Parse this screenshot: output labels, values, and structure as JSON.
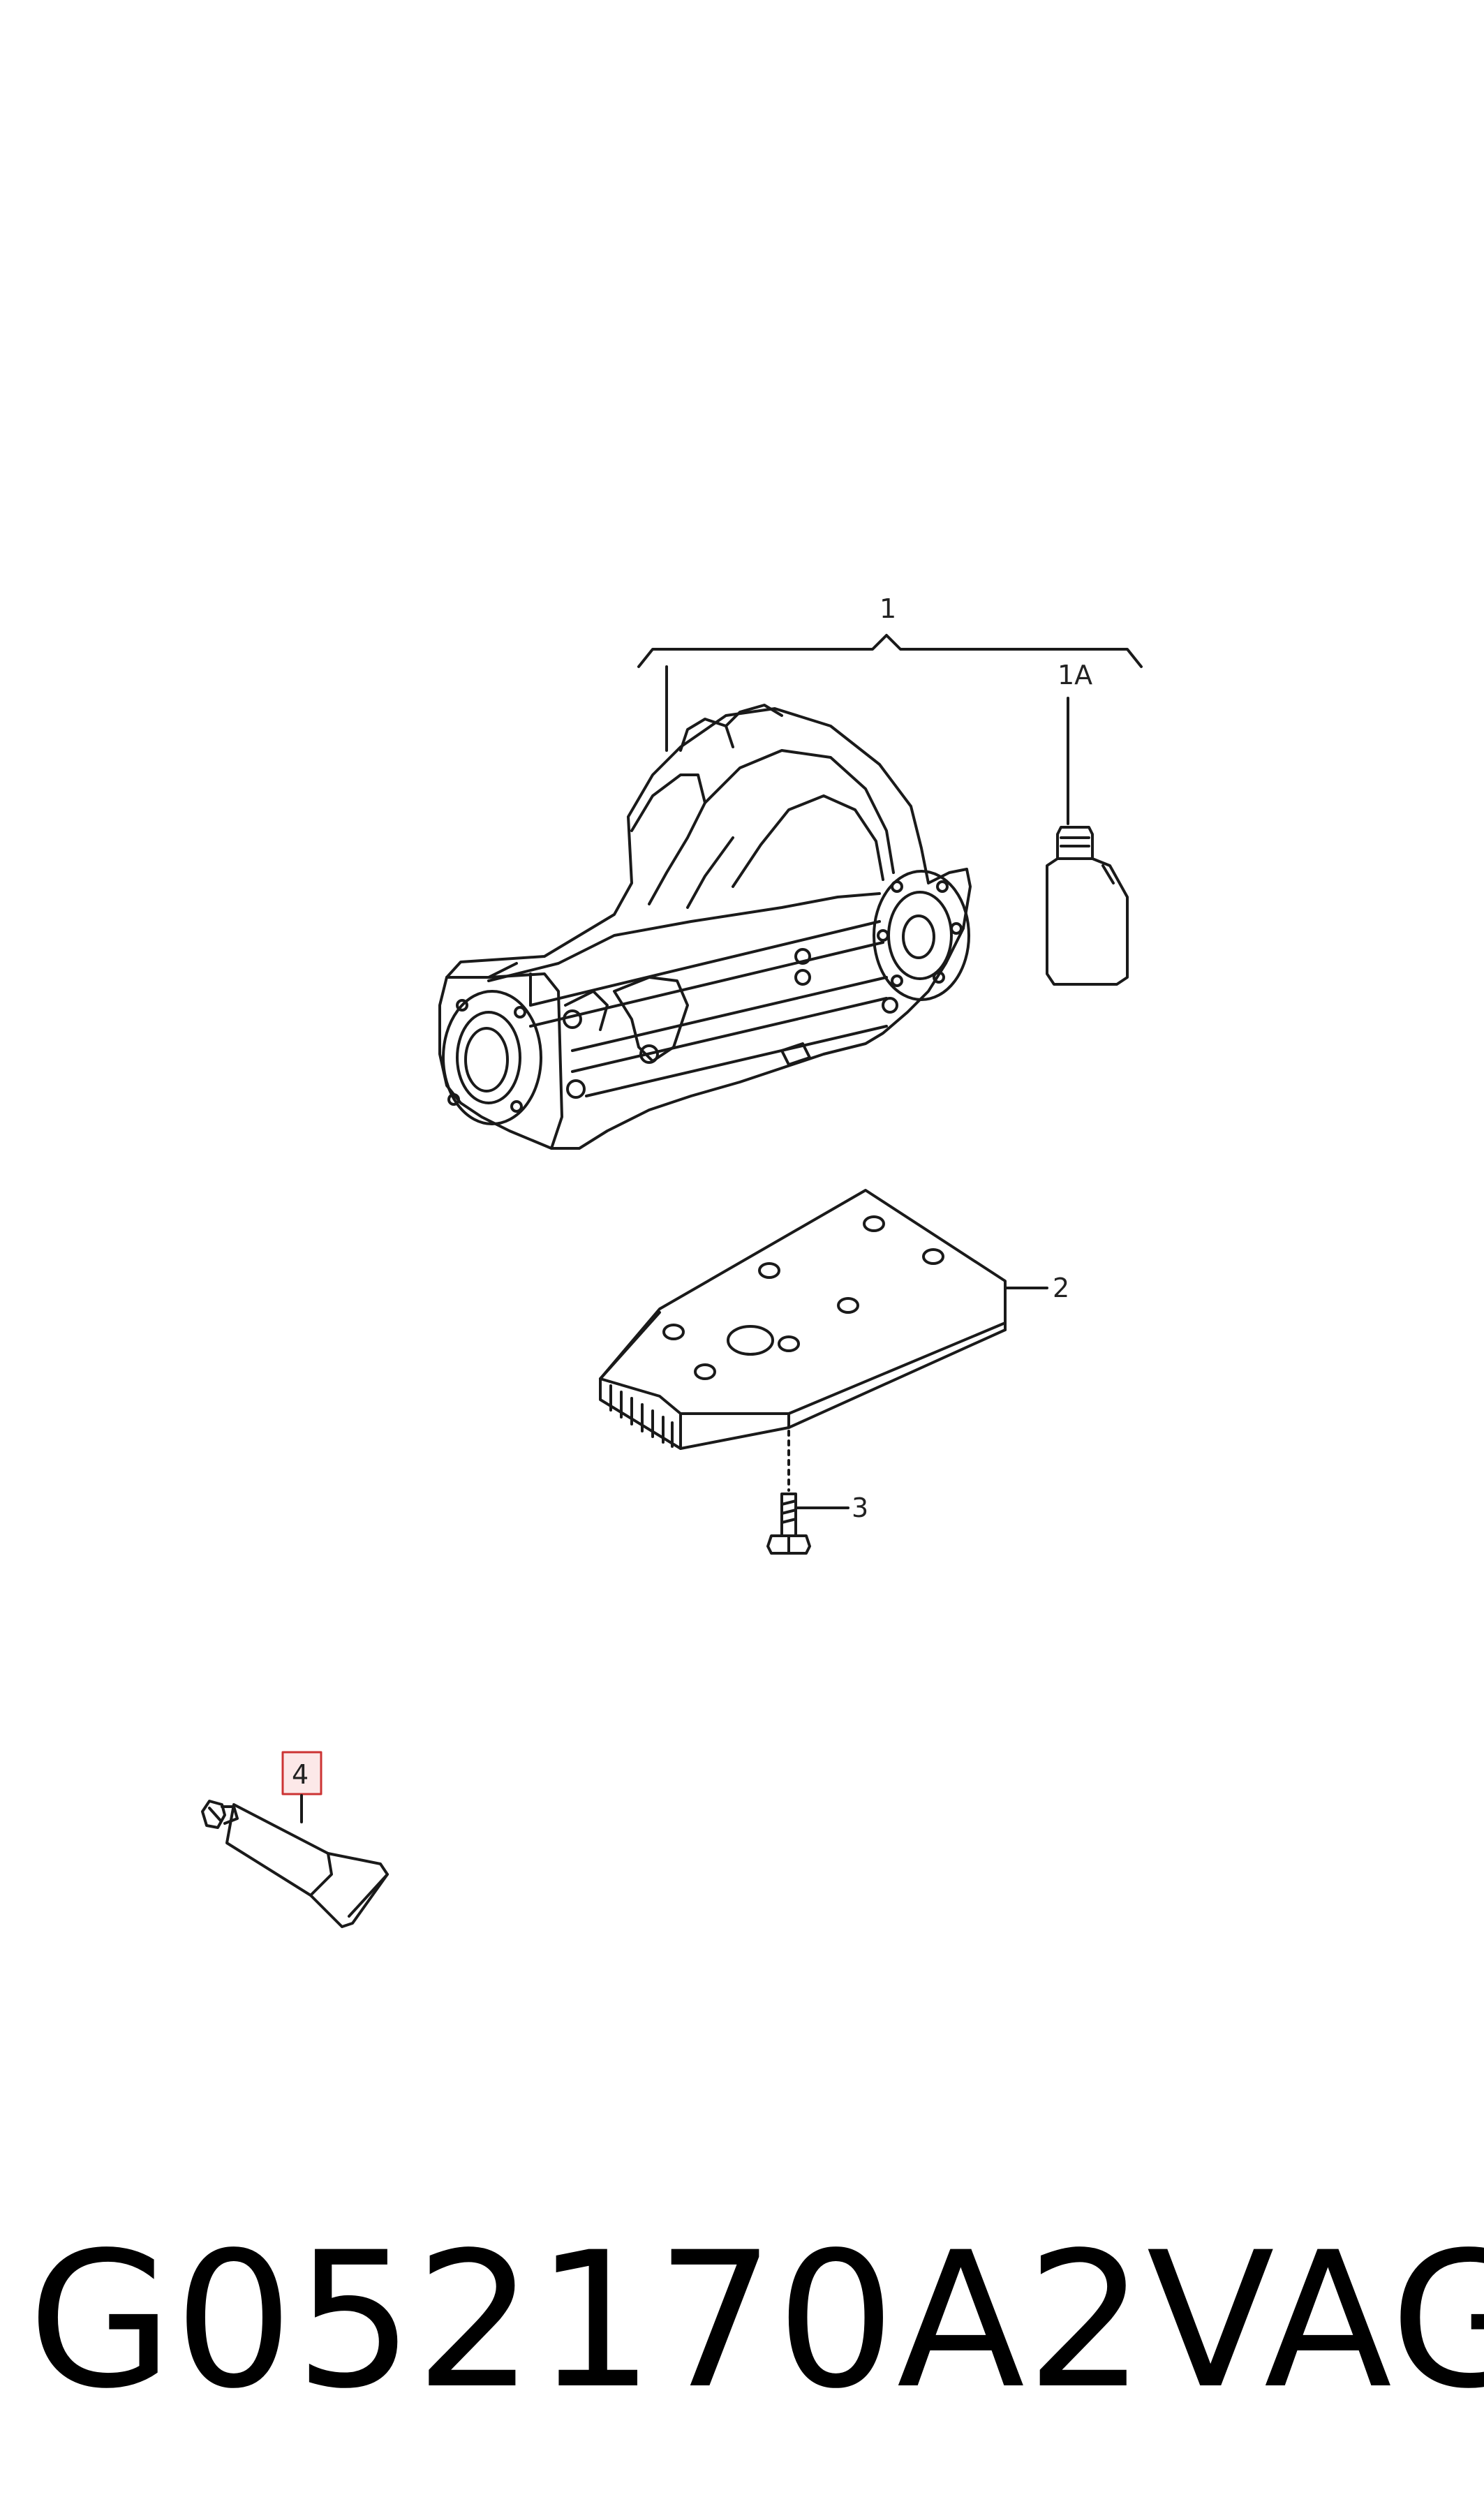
{
  "callouts": {
    "c1": "1",
    "c1a": "1A",
    "c2": "2",
    "c3": "3",
    "c4": "4"
  },
  "footer": {
    "part_number": "G052170A2",
    "brand": "VAG"
  }
}
